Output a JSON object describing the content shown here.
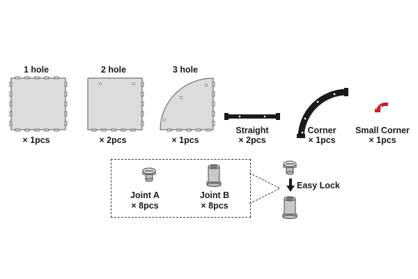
{
  "pieces": [
    {
      "id": "1hole",
      "title": "1 hole",
      "qty": "× 1pcs"
    },
    {
      "id": "2hole",
      "title": "2 hole",
      "qty": "× 2pcs"
    },
    {
      "id": "3hole",
      "title": "3 hole",
      "qty": "× 1pcs"
    },
    {
      "id": "straight",
      "title": "Straight",
      "qty": "× 2pcs"
    },
    {
      "id": "corner",
      "title": "Corner",
      "qty": "× 1pcs"
    },
    {
      "id": "small_corner",
      "title": "Small Corner",
      "qty": "× 1pcs"
    }
  ],
  "joints": [
    {
      "id": "joint_a",
      "title": "Joint A",
      "qty": "× 8pcs"
    },
    {
      "id": "joint_b",
      "title": "Joint B",
      "qty": "× 8pcs"
    }
  ],
  "easy_lock_label": "Easy Lock",
  "colors": {
    "tile_fill": "#dcdcdc",
    "tile_stroke": "#555555",
    "track_black": "#1a1a1a",
    "small_corner_red": "#cc1f24",
    "joint_gray": "#bdbdbd"
  }
}
